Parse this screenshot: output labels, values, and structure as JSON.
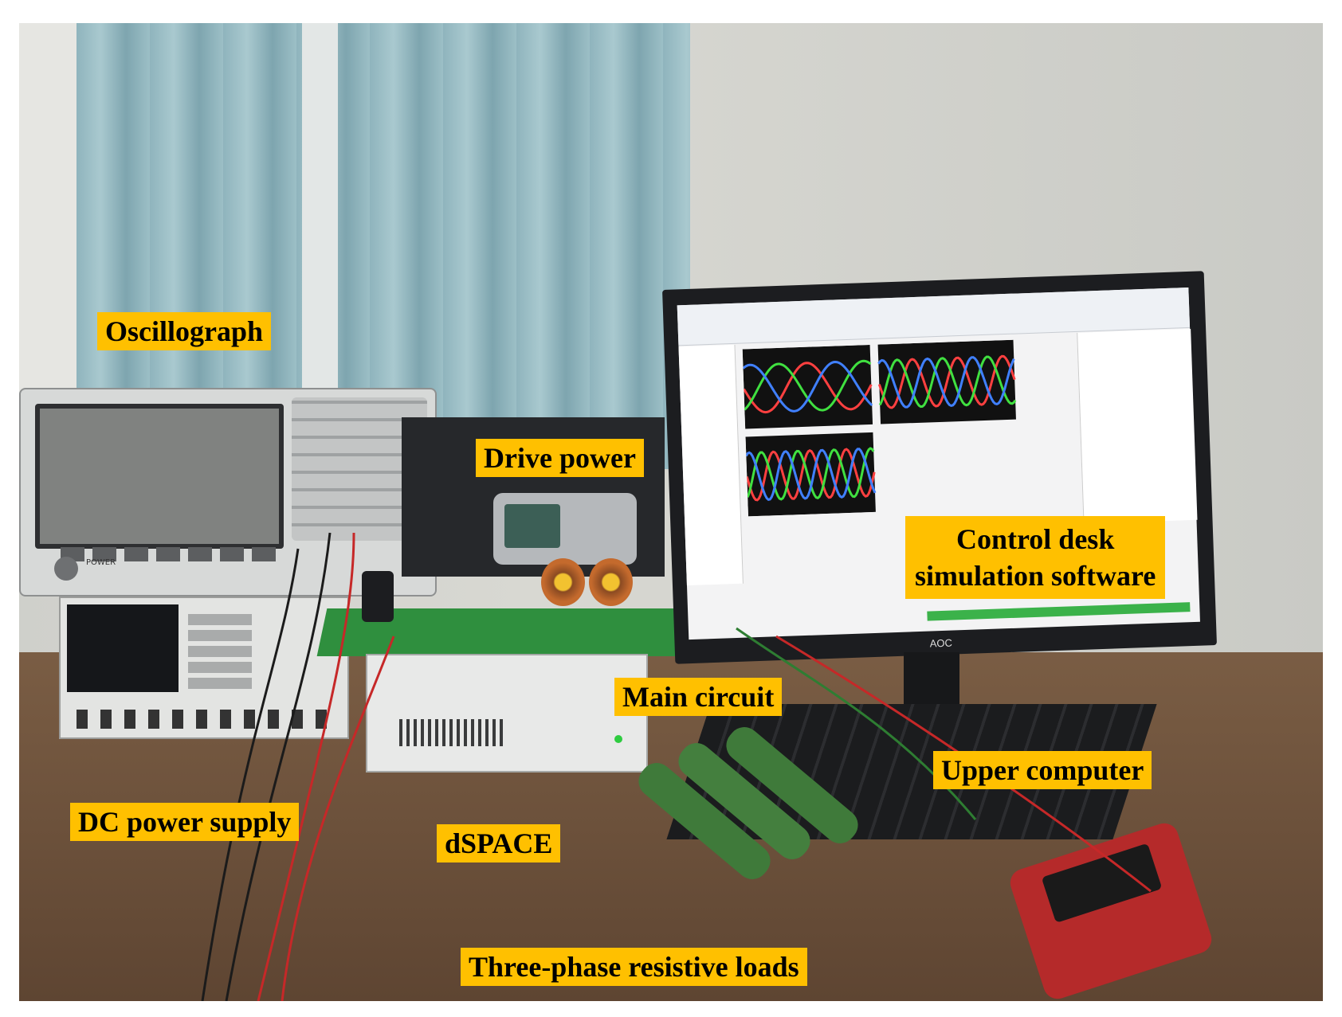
{
  "labels": {
    "oscillograph": "Oscillograph",
    "drive_power": "Drive power",
    "control_desk_line1": "Control desk",
    "control_desk_line2": "simulation software",
    "main_circuit": "Main circuit",
    "upper_computer": "Upper computer",
    "dc_power_supply": "DC power supply",
    "dspace": "dSPACE",
    "loads": "Three-phase resistive loads"
  },
  "device_text": {
    "monitor_brand": "AOC",
    "osc_power_button": "POWER"
  },
  "label_color": "#ffc000",
  "wave_colors": [
    "#ff4040",
    "#40e040",
    "#4080ff",
    "#ffe040"
  ]
}
